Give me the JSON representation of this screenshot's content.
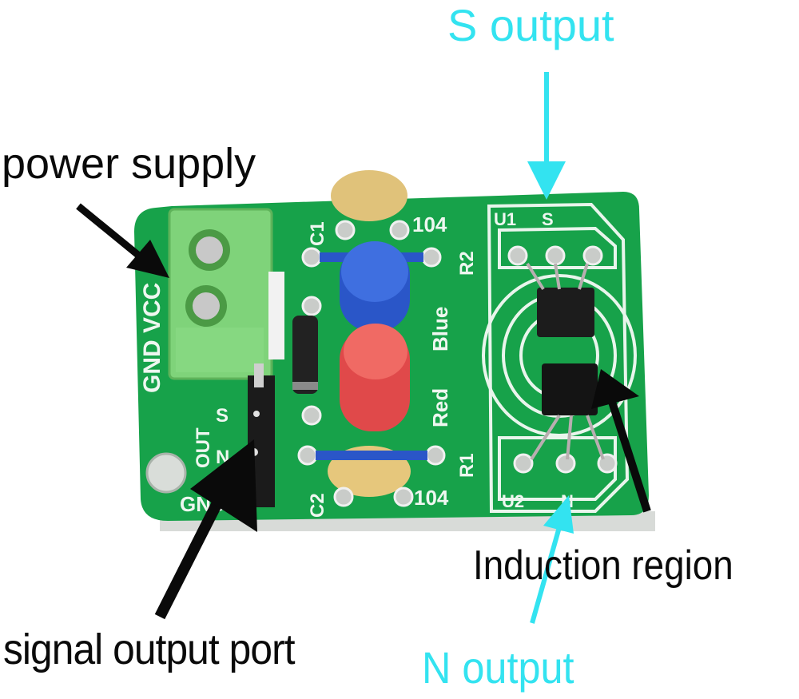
{
  "title": "Hall effect magnetic pole sensor module — annotated",
  "colors": {
    "pcb": "#17a24a",
    "annotation_black": "#0a0a0a",
    "annotation_cyan": "#33e3f0"
  },
  "annotations": [
    {
      "id": "power",
      "text": "power supply",
      "color": "black",
      "target": "screw terminal block"
    },
    {
      "id": "signal",
      "text": "signal output port",
      "color": "black",
      "target": "OUT header pins"
    },
    {
      "id": "induction",
      "text": "Induction region",
      "color": "black",
      "target": "sensor ring area"
    },
    {
      "id": "s_output",
      "text": "S output",
      "color": "cyan",
      "target": "U1 S hall sensor"
    },
    {
      "id": "n_output",
      "text": "N output",
      "color": "cyan",
      "target": "U2 N hall sensor"
    }
  ],
  "silkscreen": {
    "terminal": "GND VCC",
    "out_header": {
      "title": "OUT",
      "pins": [
        "S",
        "N"
      ],
      "gnd": "GND"
    },
    "c1": "C1",
    "c1_value": "104",
    "c2": "C2",
    "c2_value": "104",
    "r1": "R1",
    "r2": "R2",
    "led_blue": "Blue",
    "led_red": "Red",
    "u1": "U1",
    "u1_pole": "S",
    "u2": "U2",
    "u2_pole": "N"
  }
}
